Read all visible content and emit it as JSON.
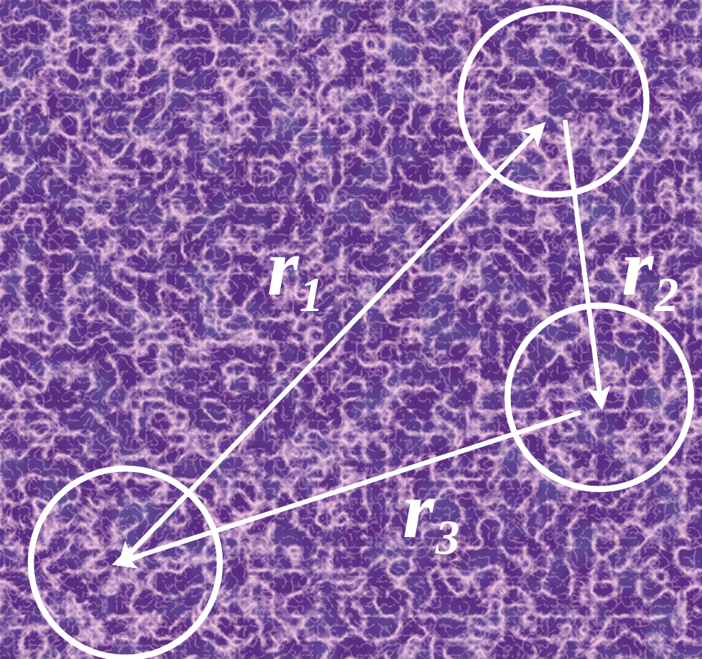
{
  "diagram": {
    "labels": [
      "r₁",
      "r₂",
      "r₃"
    ]
  }
}
